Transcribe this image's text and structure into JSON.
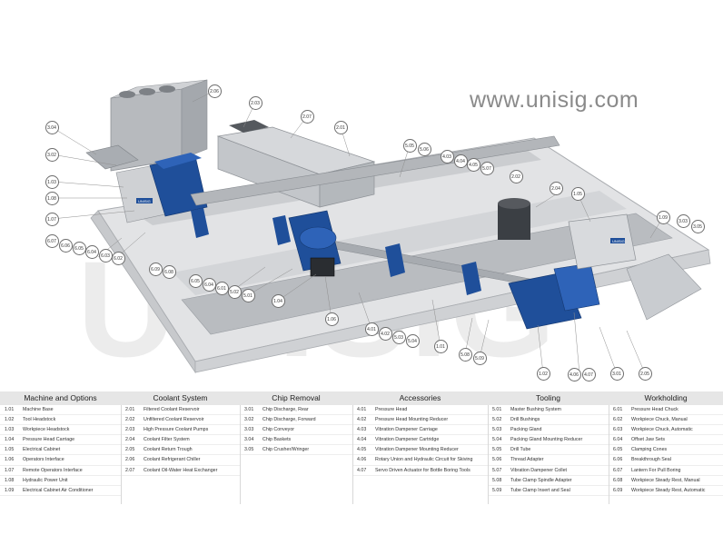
{
  "website": "www.unisig.com",
  "watermark": "UNISIG",
  "machine_badges": [
    "UNISIG",
    "UNISIG"
  ],
  "callouts": [
    "2.06",
    "2.03",
    "2.07",
    "2.01",
    "3.04",
    "3.02",
    "1.03",
    "1.08",
    "1.07",
    "5.05",
    "5.06",
    "4.03",
    "4.04",
    "4.05",
    "5.07",
    "2.02",
    "2.04",
    "1.05",
    "1.09",
    "3.03",
    "3.05",
    "6.07",
    "6.06",
    "6.05",
    "6.04",
    "6.03",
    "6.02",
    "6.09",
    "6.08",
    "6.05",
    "6.04",
    "6.01",
    "5.02",
    "5.01",
    "1.04",
    "1.06",
    "4.01",
    "4.02",
    "5.03",
    "5.04",
    "1.01",
    "5.08",
    "5.09",
    "1.02",
    "4.06",
    "4.07",
    "3.01",
    "2.05"
  ],
  "legend": [
    {
      "title": "Machine and Options",
      "items": [
        [
          "1.01",
          "Machine Base"
        ],
        [
          "1.02",
          "Tool Headstock"
        ],
        [
          "1.03",
          "Workpiece Headstock"
        ],
        [
          "1.04",
          "Pressure Head Carriage"
        ],
        [
          "1.05",
          "Electrical Cabinet"
        ],
        [
          "1.06",
          "Operators Interface"
        ],
        [
          "1.07",
          "Remote Operators Interface"
        ],
        [
          "1.08",
          "Hydraulic Power Unit"
        ],
        [
          "1.09",
          "Electrical Cabinet Air Conditioner"
        ]
      ]
    },
    {
      "title": "Coolant System",
      "items": [
        [
          "2.01",
          "Filtered Coolant Reservoir"
        ],
        [
          "2.02",
          "Unfiltered Coolant Reservoir"
        ],
        [
          "2.03",
          "High Pressure Coolant Pumps"
        ],
        [
          "2.04",
          "Coolant Filter System"
        ],
        [
          "2.05",
          "Coolant Return Trough"
        ],
        [
          "2.06",
          "Coolant Refrigerant Chiller"
        ],
        [
          "2.07",
          "Coolant Oil-Water Heat Exchanger"
        ]
      ]
    },
    {
      "title": "Chip Removal",
      "items": [
        [
          "3.01",
          "Chip Discharge, Rear"
        ],
        [
          "3.02",
          "Chip Discharge, Forward"
        ],
        [
          "3.03",
          "Chip Conveyor"
        ],
        [
          "3.04",
          "Chip Baskets"
        ],
        [
          "3.05",
          "Chip Crusher/Wringer"
        ]
      ]
    },
    {
      "title": "Accessories",
      "items": [
        [
          "4.01",
          "Pressure Head"
        ],
        [
          "4.02",
          "Pressure Head Mounting Reducer"
        ],
        [
          "4.03",
          "Vibration Dampener Carriage"
        ],
        [
          "4.04",
          "Vibration Dampener Cartridge"
        ],
        [
          "4.05",
          "Vibration Dampener Mounting Reducer"
        ],
        [
          "4.06",
          "Rotary Union and Hydraulic Circuit for Skiving"
        ],
        [
          "4.07",
          "Servo Driven Actuator for Bottle Boring Tools"
        ]
      ]
    },
    {
      "title": "Tooling",
      "items": [
        [
          "5.01",
          "Master Bushing System"
        ],
        [
          "5.02",
          "Drill Bushings"
        ],
        [
          "5.03",
          "Packing Gland"
        ],
        [
          "5.04",
          "Packing Gland Mounting Reducer"
        ],
        [
          "5.05",
          "Drill Tube"
        ],
        [
          "5.06",
          "Thread Adapter"
        ],
        [
          "5.07",
          "Vibration Dampener Collet"
        ],
        [
          "5.08",
          "Tube Clamp Spindle Adapter"
        ],
        [
          "5.09",
          "Tube Clamp Insert and Seal"
        ]
      ]
    },
    {
      "title": "Workholding",
      "items": [
        [
          "6.01",
          "Pressure Head Chuck"
        ],
        [
          "6.02",
          "Workpiece Chuck, Manual"
        ],
        [
          "6.03",
          "Workpiece Chuck, Automatic"
        ],
        [
          "6.04",
          "Offset Jaw Sets"
        ],
        [
          "6.05",
          "Clamping Cones"
        ],
        [
          "6.06",
          "Breakthrough Seal"
        ],
        [
          "6.07",
          "Lantern For Pull Boring"
        ],
        [
          "6.08",
          "Workpiece Steady Rest, Manual"
        ],
        [
          "6.09",
          "Workpiece Steady Rest, Automatic"
        ]
      ]
    }
  ]
}
